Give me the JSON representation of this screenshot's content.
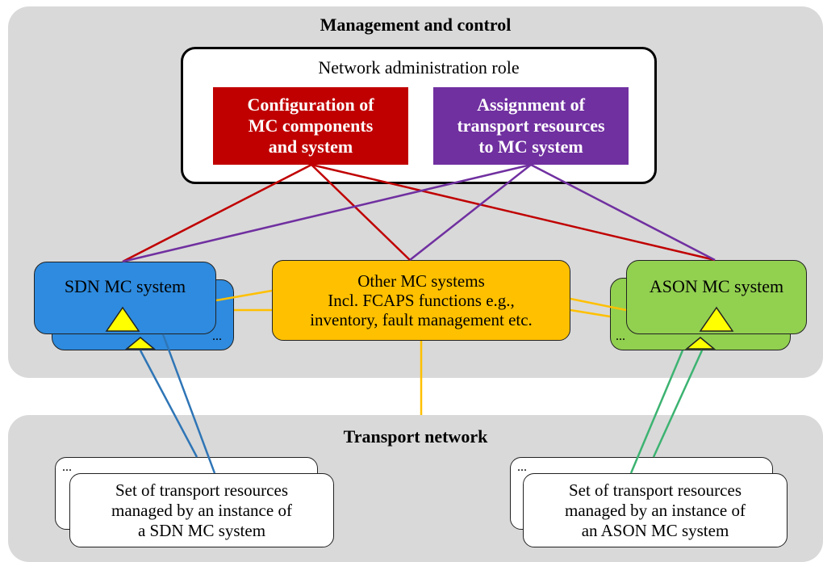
{
  "regions": {
    "management_title": "Management and control",
    "transport_title": "Transport network"
  },
  "admin": {
    "title": "Network administration role",
    "config_box": "Configuration of\nMC components\nand system",
    "assign_box": "Assignment of\ntransport resources\nto MC system"
  },
  "systems": {
    "sdn_label": "SDN MC system",
    "other_label": "Other MC systems\nIncl. FCAPS functions e.g.,\ninventory, fault management etc.",
    "ason_label": "ASON MC system",
    "ellipsis": "..."
  },
  "resources": {
    "sdn_label": "Set of transport resources\nmanaged by an instance of\na SDN MC system",
    "ason_label": "Set of transport resources\nmanaged by an instance of\nan ASON MC system",
    "ellipsis": "..."
  },
  "colors": {
    "config_link": "#c00000",
    "assign_link": "#7030a0",
    "other_link": "#ffc000",
    "sdn_link": "#2e75b6",
    "ason_link": "#3cb371"
  }
}
